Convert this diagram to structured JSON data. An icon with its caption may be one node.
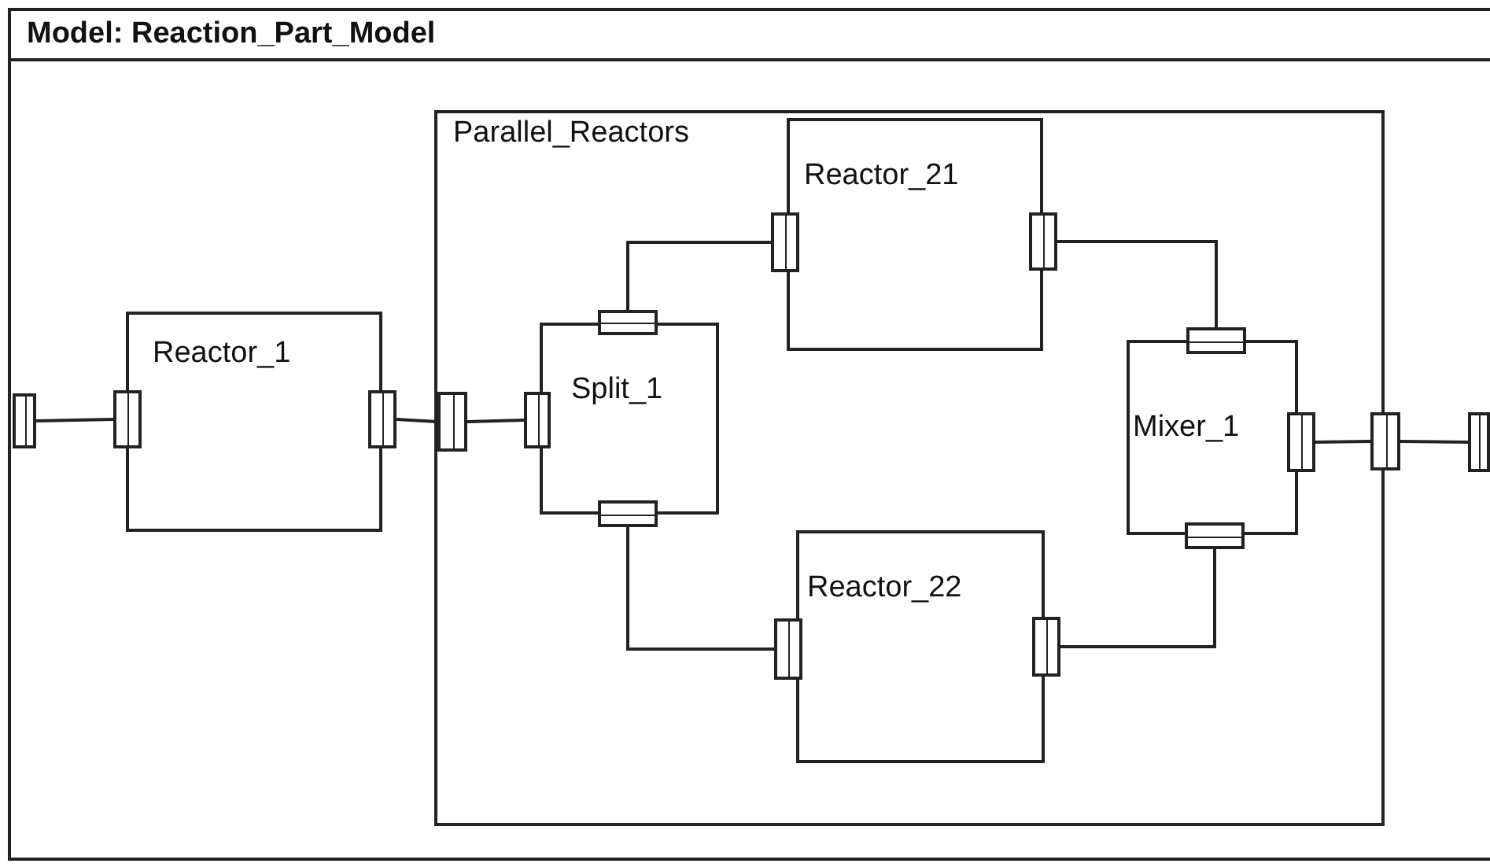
{
  "diagram": {
    "nodes": [
      {
        "text": [
          "Model: Reaction_Part_Model"
        ]
      },
      {
        "text": [],
        "shape": "box",
        "in": 0
      },
      {
        "text": [
          "Reactor_1"
        ],
        "in": 0
      },
      {
        "text": [],
        "shape": "box",
        "in": 0
      },
      {
        "text": [],
        "shape": "box",
        "in": 0
      },
      {
        "text": [
          "Parallel_Reactors"
        ],
        "in": 0
      },
      {
        "text": [],
        "shape": "box",
        "in": 5
      },
      {
        "text": [
          "Reactor_21"
        ],
        "in": 5
      },
      {
        "text": [],
        "shape": "box",
        "in": 5
      },
      {
        "text": [],
        "shape": "box",
        "in": 5
      },
      {
        "text": [
          "Split_1"
        ],
        "in": 5
      },
      {
        "text": [],
        "shape": "box",
        "in": 5
      },
      {
        "text": [],
        "shape": "box",
        "in": 5
      },
      {
        "text": [],
        "shape": "box",
        "in": 5
      },
      {
        "text": [
          "Mixer_1"
        ],
        "in": 5
      },
      {
        "text": [],
        "shape": "box",
        "in": 5
      },
      {
        "text": [],
        "shape": "box",
        "in": 5
      },
      {
        "text": [],
        "shape": "box",
        "in": 5
      },
      {
        "text": [
          "Reactor_22"
        ],
        "in": 5
      },
      {
        "text": [],
        "shape": "box",
        "in": 5
      },
      {
        "text": [],
        "shape": "box",
        "in": 5
      },
      {
        "text": [],
        "shape": "box",
        "in": 0
      },
      {
        "text": [],
        "shape": "box",
        "in": 0
      }
    ],
    "edges": [
      {
        "from": 1,
        "to": 3,
        "arrow": "none"
      },
      {
        "from": 4,
        "to": 6,
        "arrow": "none"
      },
      {
        "from": 6,
        "to": 12,
        "arrow": "none"
      },
      {
        "from": 11,
        "to": 8,
        "arrow": "none"
      },
      {
        "from": 13,
        "to": 19,
        "arrow": "none"
      },
      {
        "from": 9,
        "to": 15,
        "arrow": "none"
      },
      {
        "from": 20,
        "to": 17,
        "arrow": "none"
      },
      {
        "from": 16,
        "to": 21,
        "arrow": "none"
      },
      {
        "from": 21,
        "to": 22,
        "arrow": "none"
      }
    ]
  }
}
